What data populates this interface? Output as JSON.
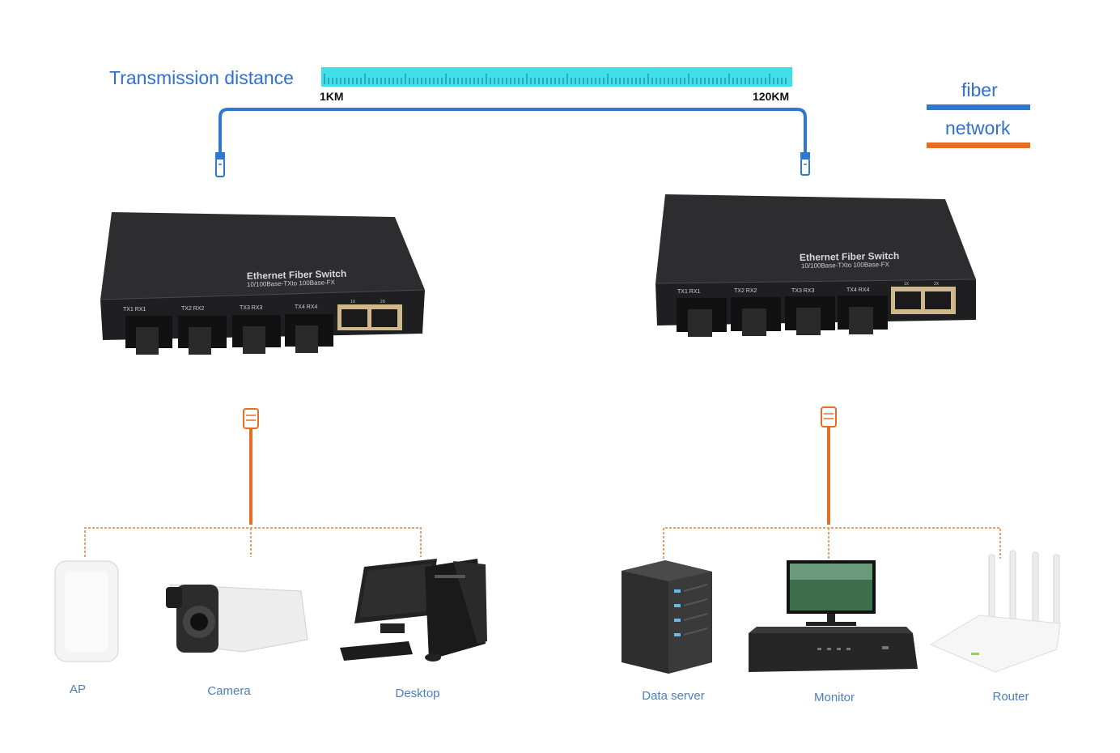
{
  "title": "Transmission distance",
  "distance_scale": {
    "start_label": "1KM",
    "end_label": "120KM"
  },
  "legend": [
    {
      "label": "fiber",
      "color": "#2f78d0"
    },
    {
      "label": "network",
      "color": "#e46f22"
    }
  ],
  "switch": {
    "name": "Ethernet Fiber Switch",
    "spec": "10/100Base-TXto 100Base-FX",
    "fiber_ports": [
      "TX1  RX1",
      "TX2  RX2",
      "TX3  RX3",
      "TX4  RX4"
    ],
    "rj45_ports": [
      "1X",
      "2X"
    ]
  },
  "left_devices": [
    "AP",
    "Camera",
    "Desktop"
  ],
  "right_devices": [
    "Data server",
    "Monitor",
    "Router"
  ],
  "colors": {
    "fiber": "#2f78d0",
    "network": "#e46f22",
    "ruler": "#3ee0ea",
    "switch_body": "#1f1f21"
  }
}
